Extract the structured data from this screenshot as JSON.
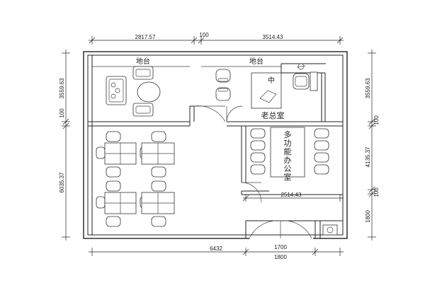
{
  "dimensions": {
    "top_left": "2817.57",
    "top_mid": "100",
    "top_right": "3514.43",
    "left_upper": "3559.63",
    "left_mid": "100",
    "left_lower": "6035.37",
    "right_upper": "3559.63",
    "right_mid": "100",
    "right_lower": "4135.37",
    "right_sub": "100",
    "right_bottom": "1800",
    "bottom_total": "6432",
    "bottom_door_a": "1700",
    "bottom_door_b": "1800",
    "meeting_width": "2514.43"
  },
  "labels": {
    "dais_left": "地台",
    "dais_right": "地台",
    "boss_room": "老总室",
    "meeting_room": [
      "多",
      "功",
      "能",
      "办",
      "公",
      "室"
    ]
  }
}
